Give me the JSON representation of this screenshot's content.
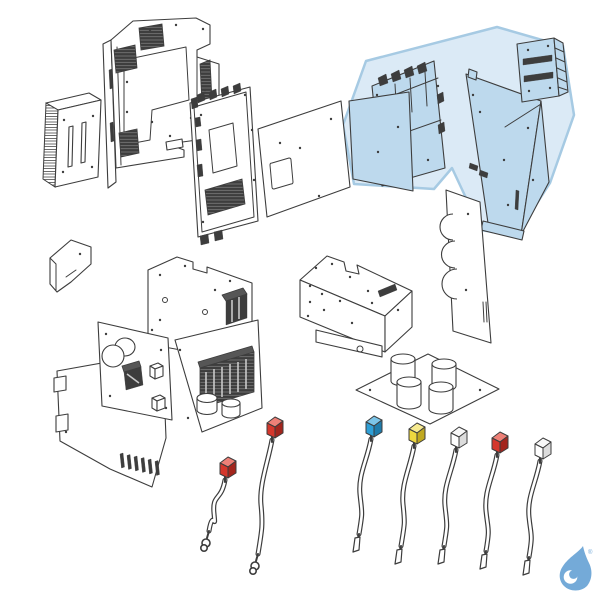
{
  "page": {
    "background": "#ffffff",
    "description": "Exploded spare-parts diagram with a highlighted replacement part group, seven connector cables and brand water-drop logo"
  },
  "colors": {
    "line": "#3d3d3d",
    "part_fill": "#ffffff",
    "highlight_fill": "#dbeaf6",
    "highlight_border": "#a6cae3",
    "highlight_part_fill": "#bdd9ed",
    "connector_red": "#d5372c",
    "connector_red_top": "#ee8077",
    "connector_red_side": "#a3251d",
    "connector_blue": "#2f9fd6",
    "connector_blue_top": "#7cc5e8",
    "connector_blue_side": "#1f7cab",
    "connector_yellow": "#eed73f",
    "connector_yellow_top": "#f7eb91",
    "connector_yellow_side": "#c0a81f",
    "connector_white": "#ffffff",
    "connector_white_top": "#f8f8f8",
    "connector_white_side": "#dcdcdc",
    "logo_blue": "#74aad8"
  },
  "highlight": {
    "name": "selected-part-group"
  },
  "parts": [
    "heatsink",
    "main-chassis-panel",
    "cover-plate",
    "control-pcb-assembly",
    "flat-panel-highlighted",
    "control-board-highlighted",
    "side-panel-highlighted",
    "slotted-bracket-highlighted",
    "corner-bracket",
    "mid-chassis-panel",
    "terminal-board",
    "capacitor-board",
    "lower-cover-plate",
    "enclosure-box",
    "cable-guide-panel",
    "capacitor-pcb"
  ],
  "cables": [
    {
      "connector": "red",
      "terminal": "ring"
    },
    {
      "connector": "red",
      "terminal": "ring"
    },
    {
      "connector": "blue",
      "terminal": "spade"
    },
    {
      "connector": "yellow",
      "terminal": "spade"
    },
    {
      "connector": "white",
      "terminal": "spade"
    },
    {
      "connector": "red",
      "terminal": "spade"
    },
    {
      "connector": "white",
      "terminal": "spade"
    }
  ],
  "logo": {
    "registered": "®"
  }
}
